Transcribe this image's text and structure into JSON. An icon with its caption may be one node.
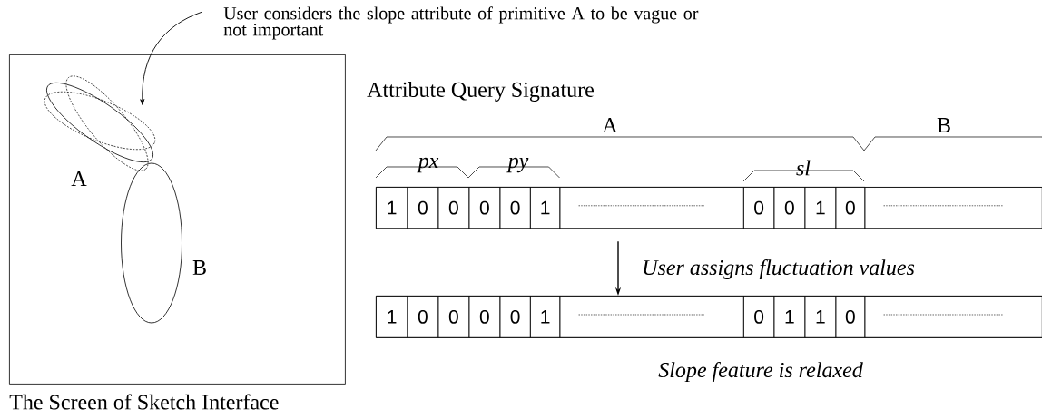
{
  "diagram": {
    "nodes": [
      {
        "text": [],
        "shape": "box",
        "beside": [
          "The Screen of Sketch Interface"
        ]
      },
      {
        "text": [
          "User considers the slope attribute of primitive A to be vague or not important"
        ]
      },
      {
        "text": [],
        "shape": "ellipse",
        "in": 0
      },
      {
        "text": [],
        "shape": "ellipse",
        "in": 0
      },
      {
        "text": [],
        "shape": "bar"
      },
      {
        "text": [
          "1"
        ],
        "in": 4
      },
      {
        "text": [
          "0"
        ],
        "in": 4
      },
      {
        "text": [
          "0"
        ],
        "in": 4
      },
      {
        "text": [
          "0"
        ],
        "in": 4
      },
      {
        "text": [
          "0"
        ],
        "in": 4
      },
      {
        "text": [
          "1"
        ],
        "in": 4
      },
      {
        "text": [],
        "shape": "box",
        "in": 4
      },
      {
        "text": [
          "0"
        ],
        "in": 4
      },
      {
        "text": [
          "0"
        ],
        "in": 4
      },
      {
        "text": [
          "1"
        ],
        "in": 4
      },
      {
        "text": [
          "0"
        ],
        "in": 4
      },
      {
        "text": [],
        "shape": "box",
        "in": 4
      },
      {
        "text": [],
        "shape": "bar"
      },
      {
        "text": [
          "1"
        ],
        "in": 17
      },
      {
        "text": [
          "0"
        ],
        "in": 17
      },
      {
        "text": [
          "0"
        ],
        "in": 17
      },
      {
        "text": [
          "0"
        ],
        "in": 17
      },
      {
        "text": [
          "0"
        ],
        "in": 17
      },
      {
        "text": [
          "1"
        ],
        "in": 17
      },
      {
        "text": [],
        "shape": "box",
        "in": 17
      },
      {
        "text": [
          "0"
        ],
        "in": 17
      },
      {
        "text": [
          "1"
        ],
        "in": 17
      },
      {
        "text": [
          "1"
        ],
        "in": 17
      },
      {
        "text": [
          "0"
        ],
        "in": 17
      },
      {
        "text": [],
        "shape": "box",
        "in": 17
      }
    ],
    "edges": [
      {
        "from": 1,
        "to": 2,
        "arrow": "to"
      },
      {
        "from": 11,
        "to": 24,
        "arrow": "to",
        "label": "User assigns fluctuation values"
      }
    ],
    "labels": [
      "Attribute Query Signature",
      "A",
      "B",
      "px",
      "py",
      "sl",
      "A",
      "B",
      "Slope feature is relaxed"
    ]
  }
}
